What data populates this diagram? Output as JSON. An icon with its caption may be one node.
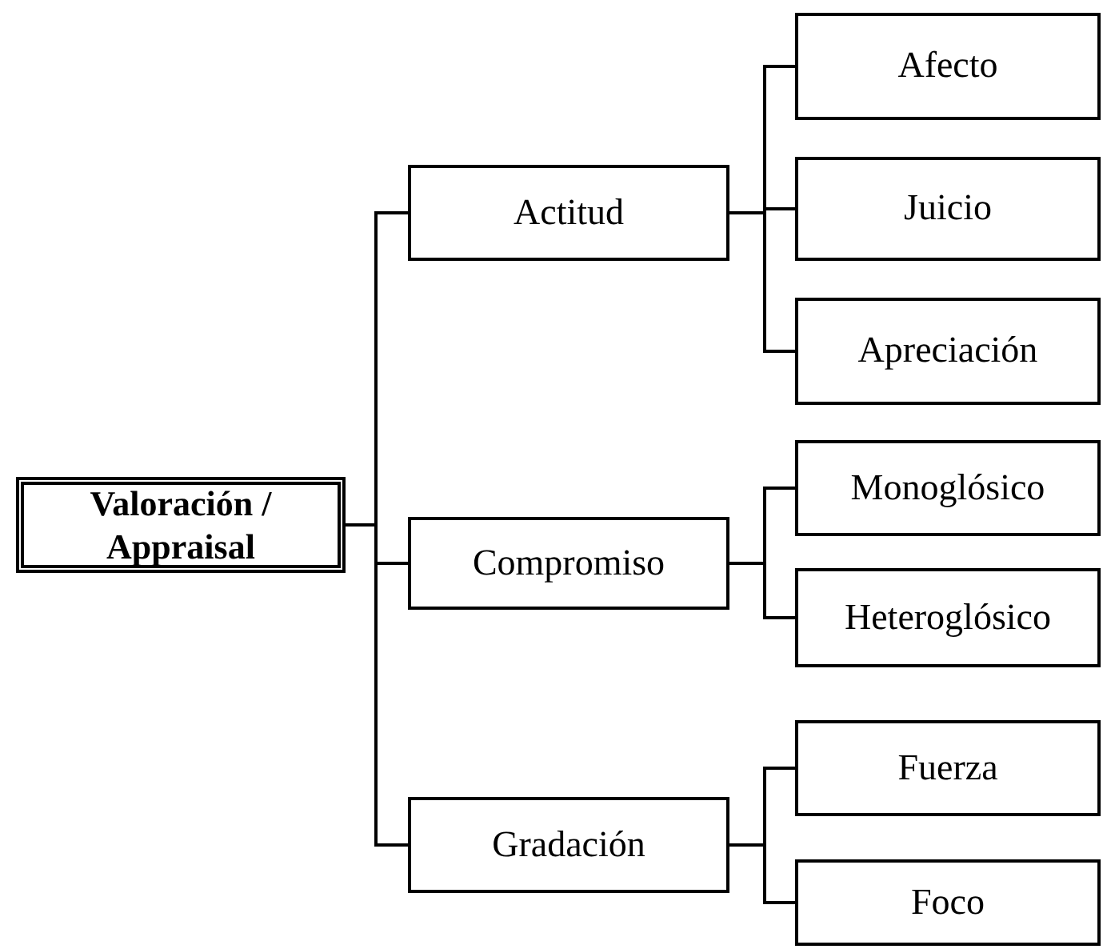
{
  "diagram": {
    "nodes": [
      {
        "text": [
          "Valoración / Appraisal"
        ]
      },
      {
        "text": [
          "Actitud"
        ]
      },
      {
        "text": [
          "Afecto"
        ]
      },
      {
        "text": [
          "Juicio"
        ]
      },
      {
        "text": [
          "Apreciación"
        ]
      },
      {
        "text": [
          "Compromiso"
        ]
      },
      {
        "text": [
          "Monoglósico"
        ]
      },
      {
        "text": [
          "Heteroglósico"
        ]
      },
      {
        "text": [
          "Gradación"
        ]
      },
      {
        "text": [
          "Fuerza"
        ]
      },
      {
        "text": [
          "Foco"
        ]
      }
    ],
    "edges": [
      {
        "from": 0,
        "to": 1,
        "arrow": "none"
      },
      {
        "from": 0,
        "to": 5,
        "arrow": "none"
      },
      {
        "from": 0,
        "to": 8,
        "arrow": "none"
      },
      {
        "from": 1,
        "to": 2,
        "arrow": "none"
      },
      {
        "from": 1,
        "to": 3,
        "arrow": "none"
      },
      {
        "from": 1,
        "to": 4,
        "arrow": "none"
      },
      {
        "from": 5,
        "to": 6,
        "arrow": "none"
      },
      {
        "from": 5,
        "to": 7,
        "arrow": "none"
      },
      {
        "from": 8,
        "to": 9,
        "arrow": "none"
      },
      {
        "from": 8,
        "to": 10,
        "arrow": "none"
      }
    ]
  }
}
